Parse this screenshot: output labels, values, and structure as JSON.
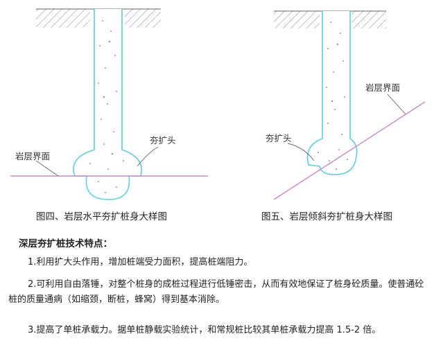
{
  "figures": [
    {
      "label": "夯扩头",
      "rock_label": "岩层界面",
      "caption": "图四、岩层水平夯扩桩身大样图"
    },
    {
      "label": "夯扩头",
      "rock_label": "岩层界面",
      "caption": "图五、岩层倾斜夯扩桩身大样图"
    }
  ],
  "section_title": "深层夯扩桩技术特点：",
  "paragraphs": [
    "1.利用扩大头作用，增加桩端受力面积，提高桩端阻力。",
    "2.可利用自由落锤，对整个桩身的成桩过程进行低锤密击，从而有效地保证了桩身砼质量。使普通砼桩的质量通病（如缩颈，断桩，蜂窝）得到基本消除。",
    "3.提高了单桩承载力。据单桩静载实验统计，和常规桩比较其单桩承载力提高 1.5-2 倍。"
  ],
  "colors": {
    "pile_outline": "#5ecfe0",
    "rock_line": "#cc88cc",
    "hatch": "#888888",
    "concrete_dots": "#9a9a9a"
  }
}
